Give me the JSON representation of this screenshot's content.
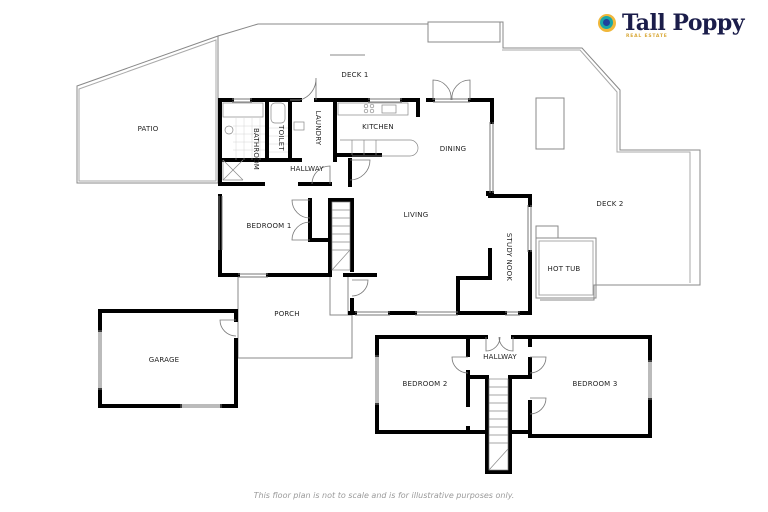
{
  "brand": {
    "name": "Tall Poppy",
    "tagline": "REAL ESTATE",
    "colors": {
      "text": "#1b1d4a",
      "accent_gold": "#d9a93a",
      "teal": "#1aa6a8",
      "blue": "#1f3f9c"
    }
  },
  "floor_plan": {
    "rooms": {
      "deck1": "DECK 1",
      "patio": "PATIO",
      "kitchen": "KITCHEN",
      "laundry": "LAUNDRY",
      "toilet": "TOILET",
      "bathroom": "BATHROOM",
      "hallway_main": "HALLWAY",
      "dining": "DINING",
      "bedroom1": "BEDROOM 1",
      "living": "LIVING",
      "study_nook": "STUDY NOOK",
      "deck2": "DECK 2",
      "hot_tub": "HOT TUB",
      "porch": "PORCH",
      "garage": "GARAGE",
      "hallway_upper": "HALLWAY",
      "bedroom2": "BEDROOM 2",
      "bedroom3": "BEDROOM 3"
    }
  },
  "disclaimer": "This floor plan is not to scale and is for illustrative purposes only."
}
